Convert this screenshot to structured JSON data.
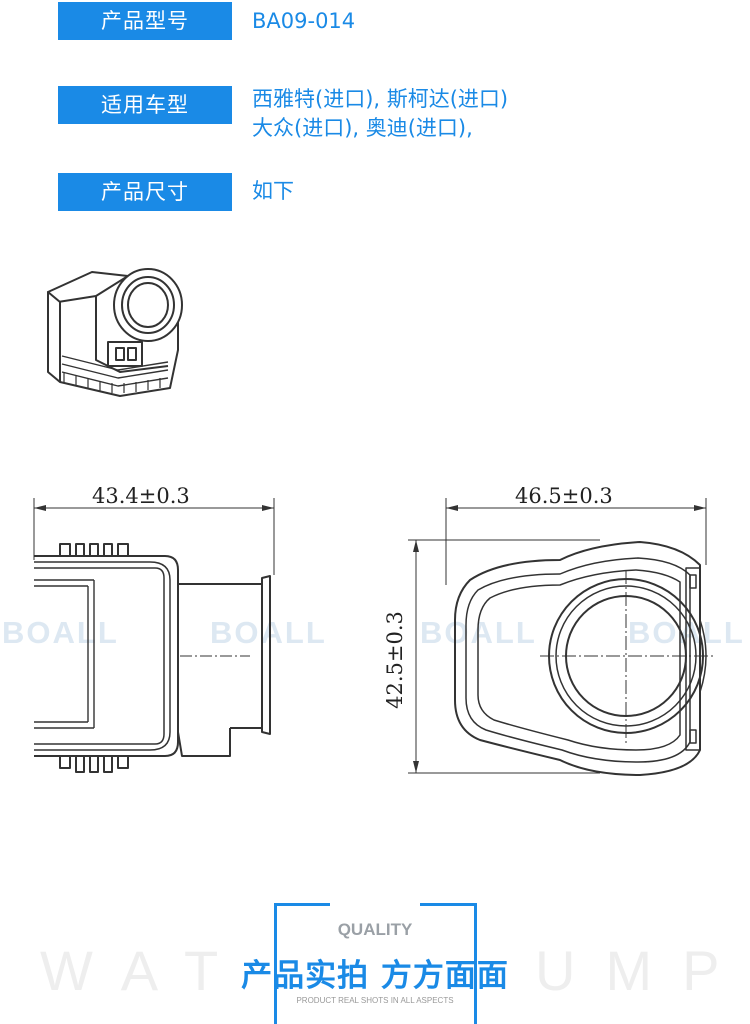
{
  "spec": {
    "model_label": "产品型号",
    "model_value": "BA09-014",
    "vehicle_label": "适用车型",
    "vehicle_line1": "西雅特(进口), 斯柯达(进口)",
    "vehicle_line2": "大众(进口), 奥迪(进口),",
    "size_label": "产品尺寸",
    "size_value": "如下"
  },
  "dimensions": {
    "side_width": "43.4±0.3",
    "front_width": "46.5±0.3",
    "front_height": "42.5±0.3"
  },
  "watermark": "BOALL",
  "footer": {
    "quality": "QUALITY",
    "background_word_left": "WAT",
    "background_word_right": "UMP",
    "headline": "产品实拍 方方面面",
    "subtitle": "PRODUCT REAL SHOTS IN ALL ASPECTS"
  },
  "colors": {
    "accent": "#1a8ae6",
    "line": "#333333"
  }
}
